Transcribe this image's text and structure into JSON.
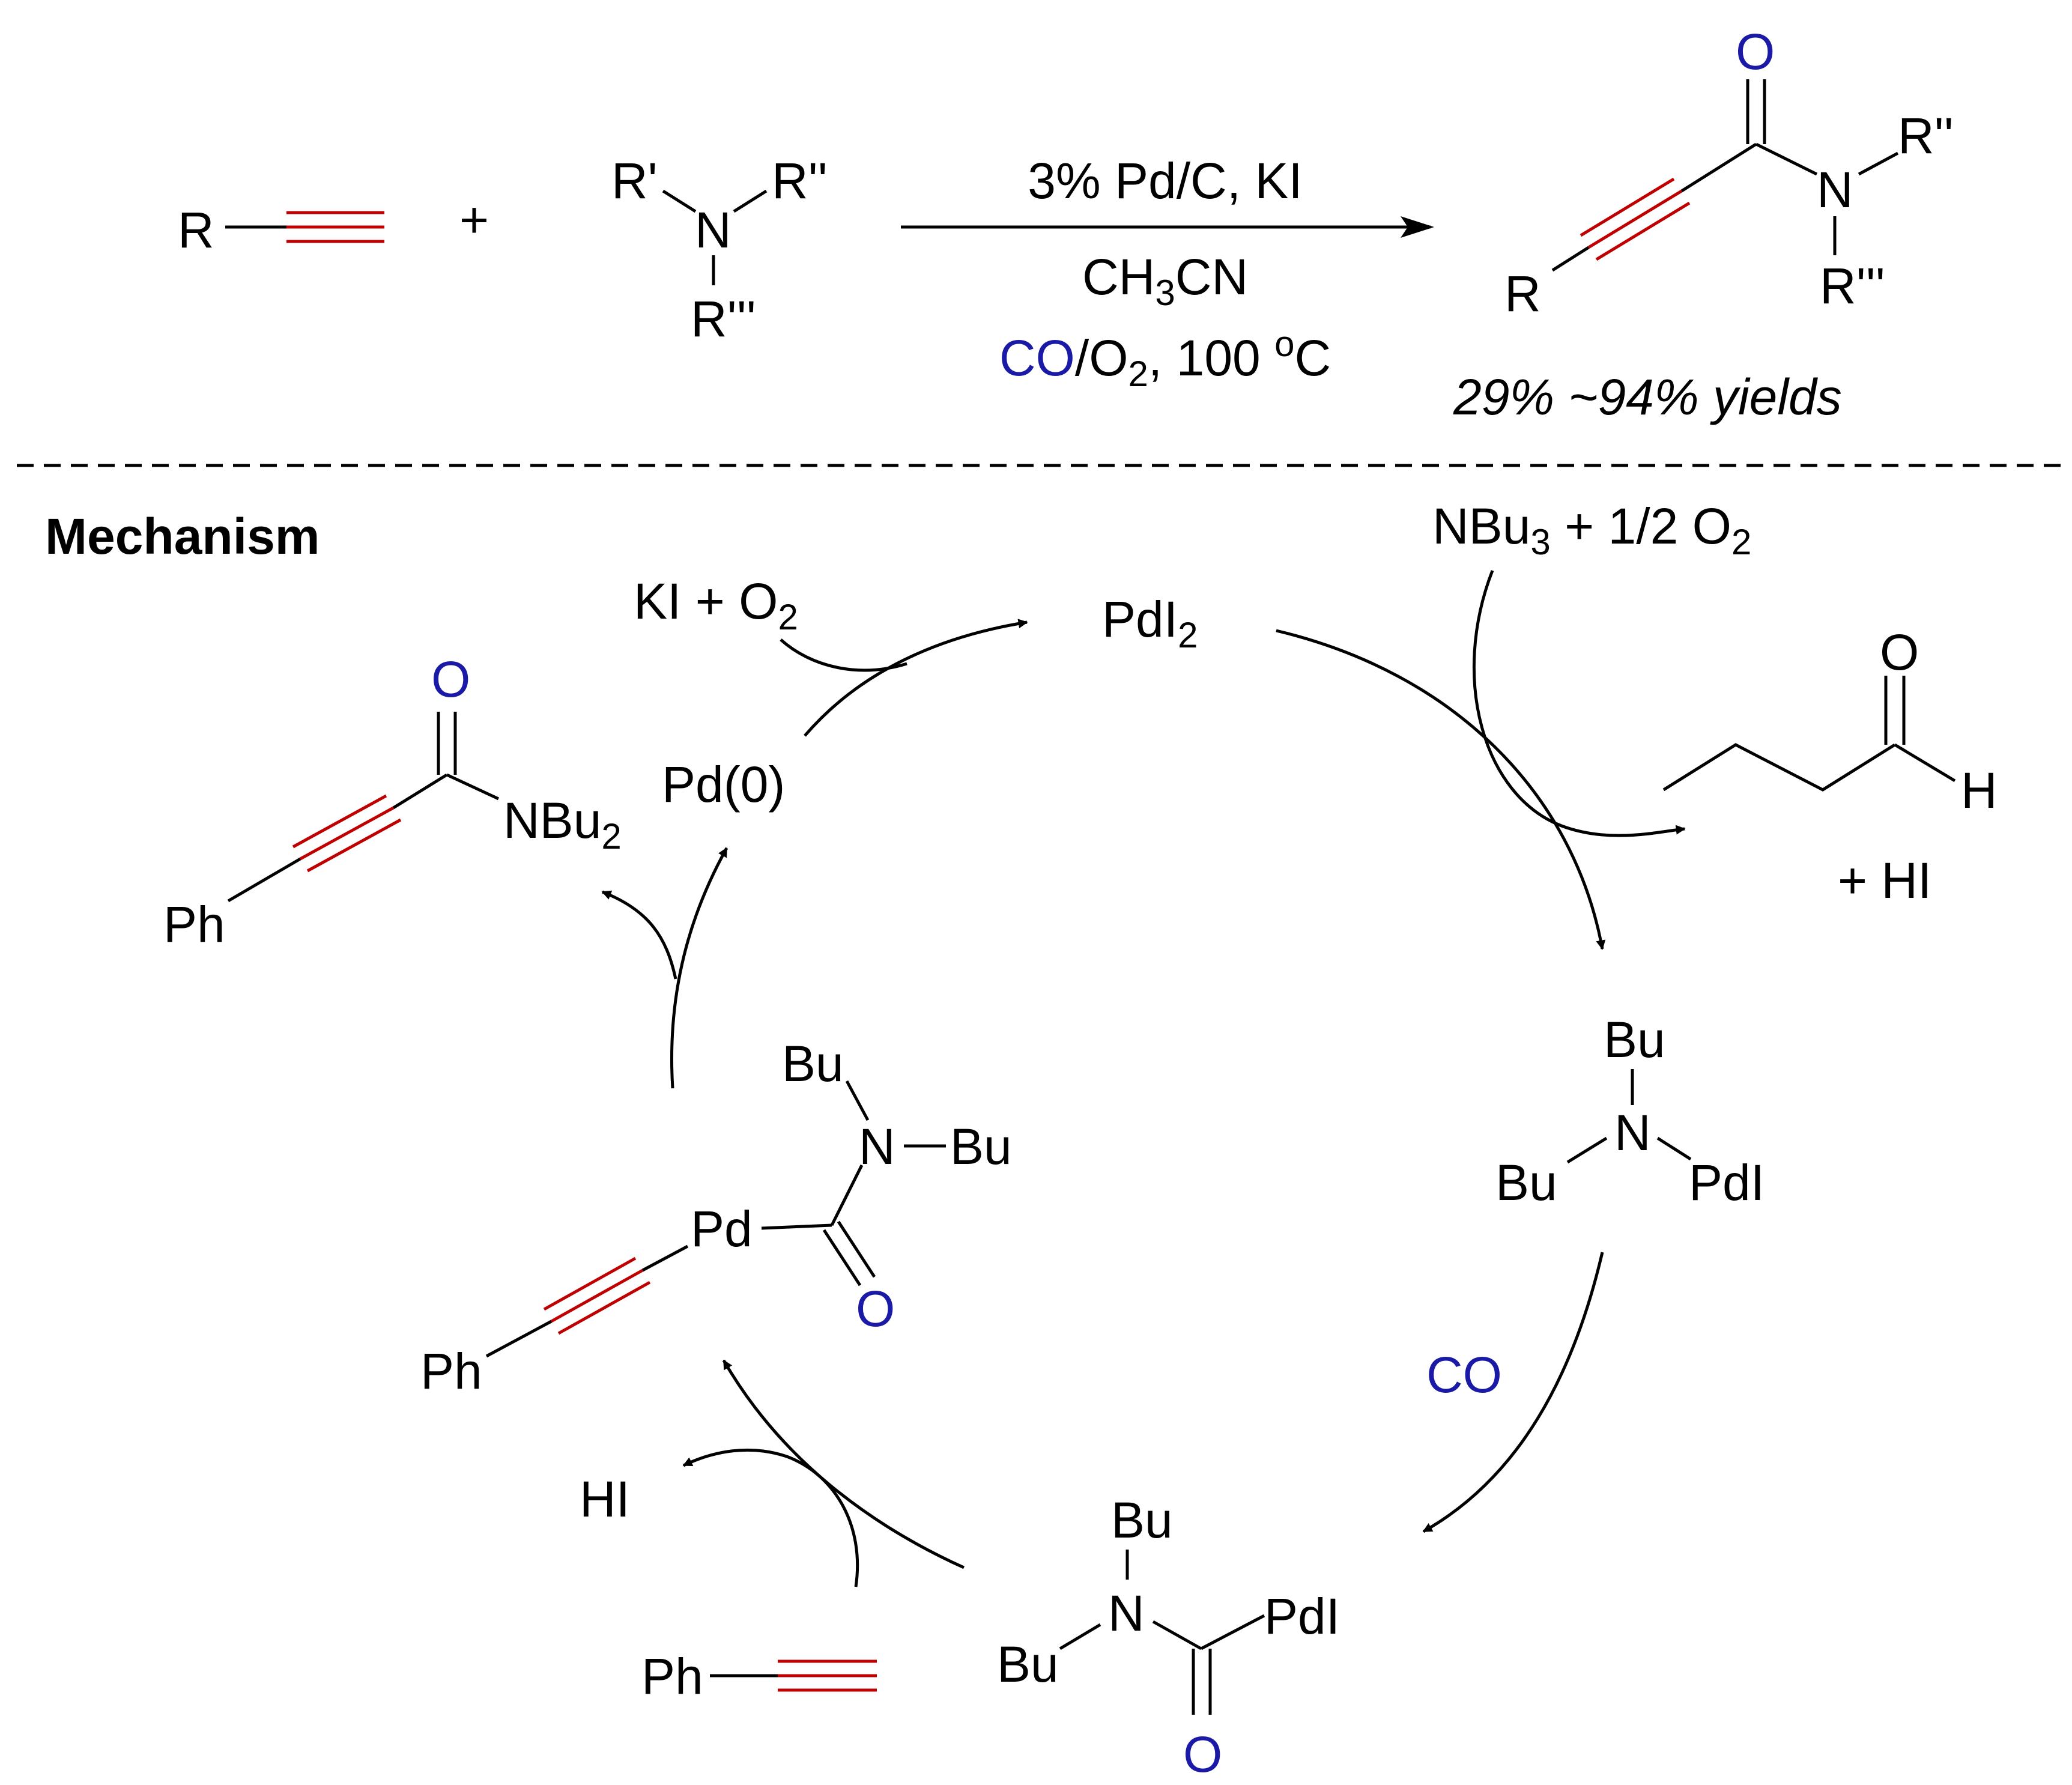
{
  "colors": {
    "bond": "#000000",
    "triple_bond": "#c00000",
    "carbonyl": "#1a1aa6",
    "text": "#000000"
  },
  "reaction": {
    "alkyne_R": "R",
    "plus": "+",
    "amine": {
      "R1": "R'",
      "R2": "R''",
      "N": "N",
      "R3": "R'''"
    },
    "conditions": {
      "line1": "3% Pd/C, KI",
      "line2_a": "CH",
      "line2_sub": "3",
      "line2_b": "CN",
      "line3_co": "CO",
      "line3_a": "/O",
      "line3_sub": "2",
      "line3_b": ", 100 ",
      "line3_sup": "o",
      "line3_c": "C"
    },
    "product": {
      "O": "O",
      "N": "N",
      "R": "R",
      "R2": "R''",
      "R3": "R'''"
    },
    "yields": "29% ~94% yields"
  },
  "mechanism": {
    "title": "Mechanism",
    "ki_o2": {
      "a": "KI + O",
      "sub": "2"
    },
    "pdi2": {
      "a": "PdI",
      "sub": "2"
    },
    "nbu3_o2": {
      "a": "NBu",
      "sub1": "3",
      "b": " +  1/2 O",
      "sub2": "2"
    },
    "aldehyde": {
      "O": "O",
      "H": "H"
    },
    "plus_hi": "+  HI",
    "pd0": "Pd(0)",
    "product_amide": {
      "O": "O",
      "N": "NBu",
      "sub": "2",
      "Ph": "Ph"
    },
    "amido_pd": {
      "Bu_top": "Bu",
      "N": "N",
      "Bu_left": "Bu",
      "PdI": "PdI"
    },
    "co": "CO",
    "carbamoyl_pd": {
      "Bu_top": "Bu",
      "N": "N",
      "Bu_left": "Bu",
      "PdI": "PdI",
      "O": "O"
    },
    "hi": "HI",
    "phenylacetylene": {
      "Ph": "Ph"
    },
    "alkynyl_pd": {
      "Bu_top": "Bu",
      "N": "N",
      "Bu_right": "Bu",
      "Pd": "Pd",
      "O": "O",
      "Ph": "Ph"
    }
  }
}
